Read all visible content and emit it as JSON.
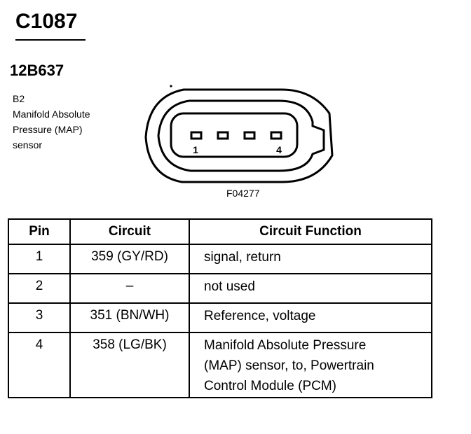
{
  "connector": {
    "id": "C1087",
    "part_number": "12B637",
    "location": "B2",
    "description_lines": [
      "Manifold Absolute",
      "Pressure (MAP)",
      "sensor"
    ],
    "pin_labels": {
      "first": "1",
      "last": "4"
    },
    "figure_code": "F04277"
  },
  "table": {
    "headers": {
      "pin": "Pin",
      "circuit": "Circuit",
      "function": "Circuit Function"
    },
    "rows": [
      {
        "pin": "1",
        "circuit": "359 (GY/RD)",
        "function": [
          "signal, return"
        ]
      },
      {
        "pin": "2",
        "circuit": "–",
        "function": [
          "not used"
        ]
      },
      {
        "pin": "3",
        "circuit": "351 (BN/WH)",
        "function": [
          "Reference, voltage"
        ]
      },
      {
        "pin": "4",
        "circuit": "358 (LG/BK)",
        "function": [
          "Manifold Absolute Pressure",
          "(MAP) sensor, to, Powertrain",
          "Control Module (PCM)"
        ]
      }
    ]
  }
}
